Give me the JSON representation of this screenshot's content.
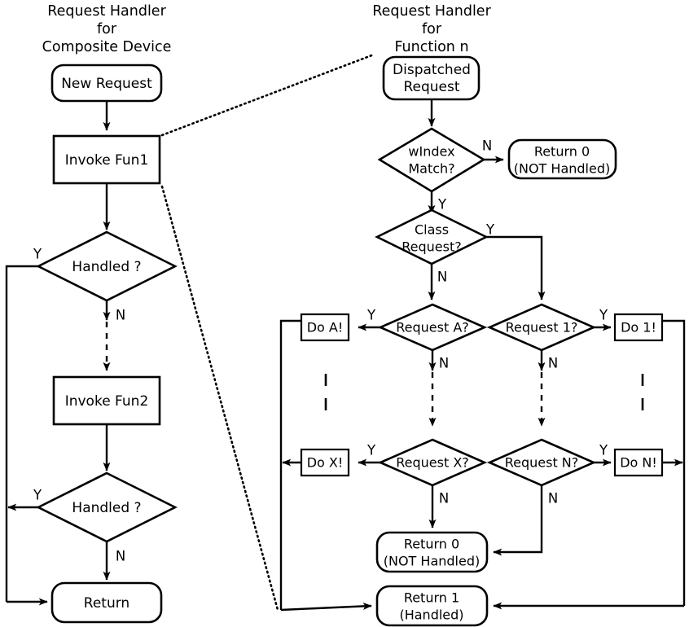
{
  "diagram": {
    "title_left": [
      "Request Handler",
      "for",
      "Composite Device"
    ],
    "title_right": [
      "Request Handler",
      "for",
      "Function n"
    ],
    "edge_labels": {
      "yes": "Y",
      "no": "N"
    },
    "left_column": {
      "new_request": "New Request",
      "invoke_fun1": "Invoke Fun1",
      "handled_1": "Handled ?",
      "invoke_fun2": "Invoke Fun2",
      "handled_2": "Handled ?",
      "return": "Return"
    },
    "right_column": {
      "dispatched_request": [
        "Dispatched",
        "Request"
      ],
      "windex_match": [
        "wIndex",
        "Match?"
      ],
      "return0_top": [
        "Return 0",
        "(NOT Handled)"
      ],
      "class_request": [
        "Class",
        "Request?"
      ],
      "request_a": "Request A?",
      "request_1": "Request 1?",
      "request_x": "Request X?",
      "request_n": "Request N?",
      "do_a": "Do A!",
      "do_1": "Do 1!",
      "do_x": "Do X!",
      "do_n": "Do N!",
      "return0_bottom": [
        "Return 0",
        "(NOT Handled)"
      ],
      "return1_bottom": [
        "Return 1",
        "(Handled)"
      ]
    },
    "colors": {
      "stroke": "#000000",
      "fill": "#ffffff"
    }
  }
}
